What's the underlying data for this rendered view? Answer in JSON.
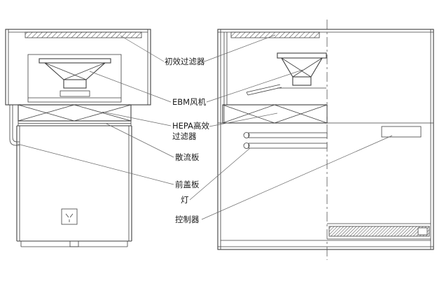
{
  "page": {
    "colors": {
      "background": "#ffffff",
      "line": "#3f3f3f",
      "leader_line": "#6a6a6a",
      "label_text": "#1a1a1a"
    }
  },
  "diagram": {
    "callouts": {
      "primary_filter": "初效过滤器",
      "ebm_fan": "EBM风机",
      "hepa_filter_line1": "HEPA高效",
      "hepa_filter_line2": "过滤器",
      "diffuser_plate": "散流板",
      "front_cover_plate": "前盖板",
      "lamp": "灯",
      "controller": "控制器"
    }
  }
}
